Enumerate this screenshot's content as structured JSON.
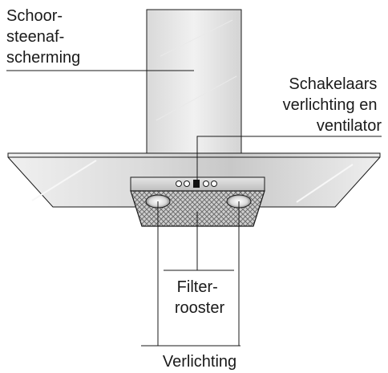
{
  "labels": {
    "chimney": [
      "Schoor-",
      "steenaf-",
      "scherming"
    ],
    "switches": [
      "Schakelaars",
      "verlichting en",
      "ventilator"
    ],
    "filter": [
      "Filter-",
      "rooster"
    ],
    "lighting": [
      "Verlichting"
    ]
  },
  "colors": {
    "line": "#1a1a1a",
    "steel_light": "#f2f2f2",
    "steel_mid": "#c9c9c9",
    "steel_dark": "#8a8a8a"
  }
}
